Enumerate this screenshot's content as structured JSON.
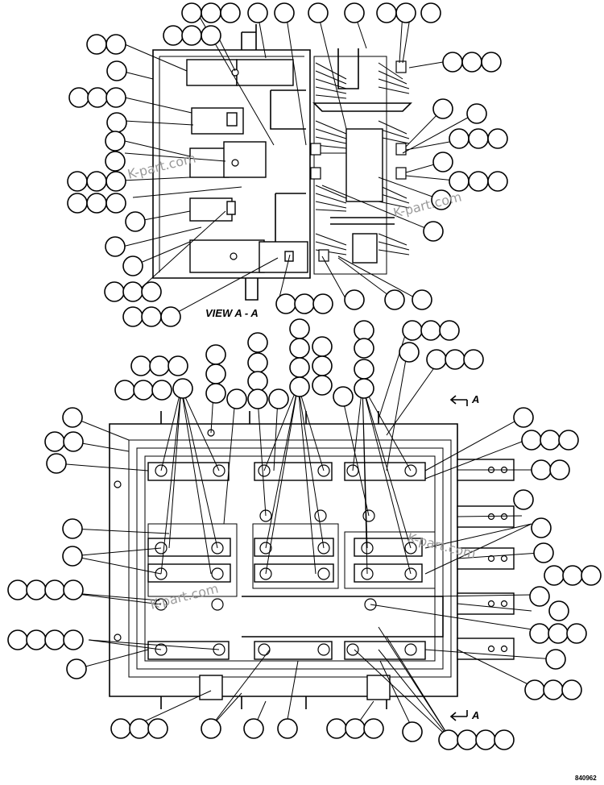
{
  "diagram": {
    "view_label": "VIEW A - A",
    "section_marker_top": "A",
    "section_marker_bottom": "A",
    "watermark": "K-part.com",
    "drawing_code": "840962"
  }
}
